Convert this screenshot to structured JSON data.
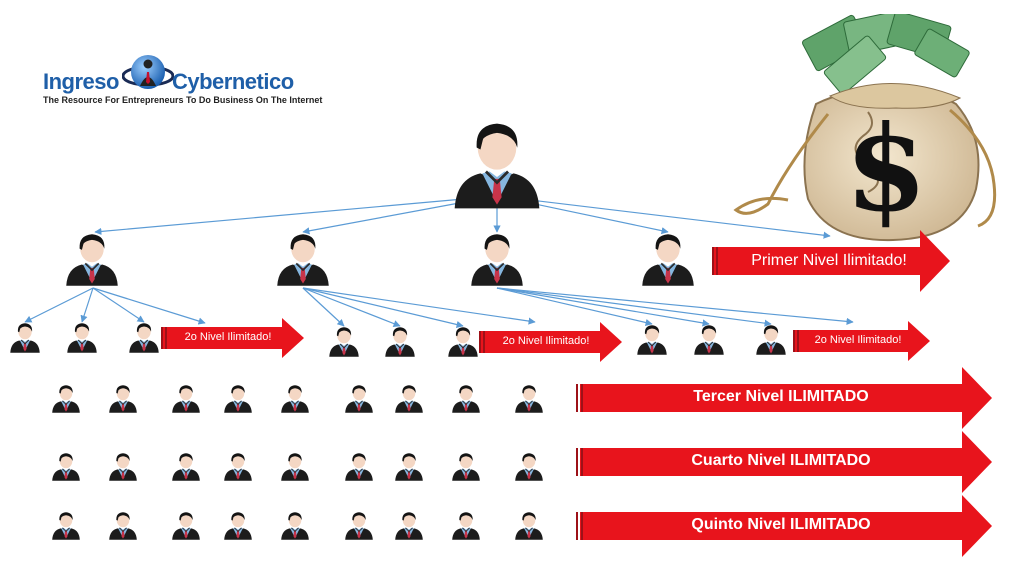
{
  "logo": {
    "word_left": "Ingreso",
    "word_right": "Cybernetico",
    "tagline": "The Resource For Entrepreneurs To Do Business On The Internet"
  },
  "levels": {
    "first": "Primer Nivel Ilimitado!",
    "second": "2o Nivel Ilimitado!",
    "third": "Tercer Nivel ILIMITADO",
    "fourth": "Cuarto Nivel ILIMITADO",
    "fifth": "Quinto Nivel ILIMITADO"
  },
  "icons": {
    "person": "person-icon",
    "money_bag": "money-bag-icon",
    "globe": "globe-icon"
  },
  "colors": {
    "arrow_red": "#e8141c",
    "connector_blue": "#5b9bd5",
    "brand_blue": "#1f5fa8"
  }
}
